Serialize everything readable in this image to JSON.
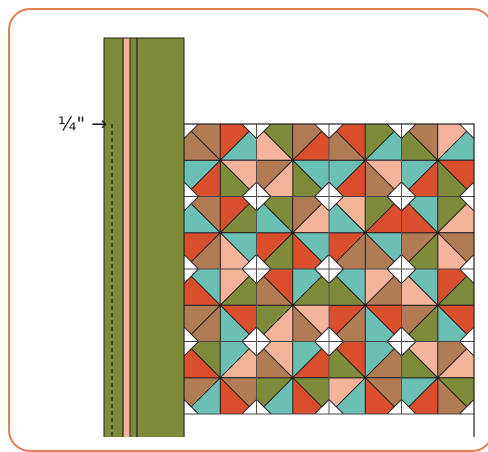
{
  "annotation": {
    "seam_allowance": "¼\"",
    "arrow": "→"
  },
  "colors": {
    "frame": "#df7f52",
    "binding_green": "#7d8b3a",
    "binding_pink": "#f2b296",
    "outline": "#231f20",
    "grid_line": "#6d6e71",
    "white": "#ffffff"
  },
  "quilt": {
    "palette": {
      "brown": "#b17c54",
      "red": "#d94f2d",
      "teal": "#6cbfb3",
      "pink": "#f4b49a",
      "green": "#7d8b3a"
    },
    "block_patterns": [
      [
        "brown",
        "red",
        "teal",
        "pink",
        "green",
        "red",
        "teal",
        "brown"
      ],
      [
        "red",
        "teal",
        "green",
        "brown",
        "pink",
        "teal",
        "red",
        "green"
      ],
      [
        "teal",
        "brown",
        "red",
        "green",
        "teal",
        "pink",
        "brown",
        "red"
      ],
      [
        "pink",
        "green",
        "brown",
        "red",
        "teal",
        "green",
        "pink",
        "brown"
      ]
    ]
  }
}
